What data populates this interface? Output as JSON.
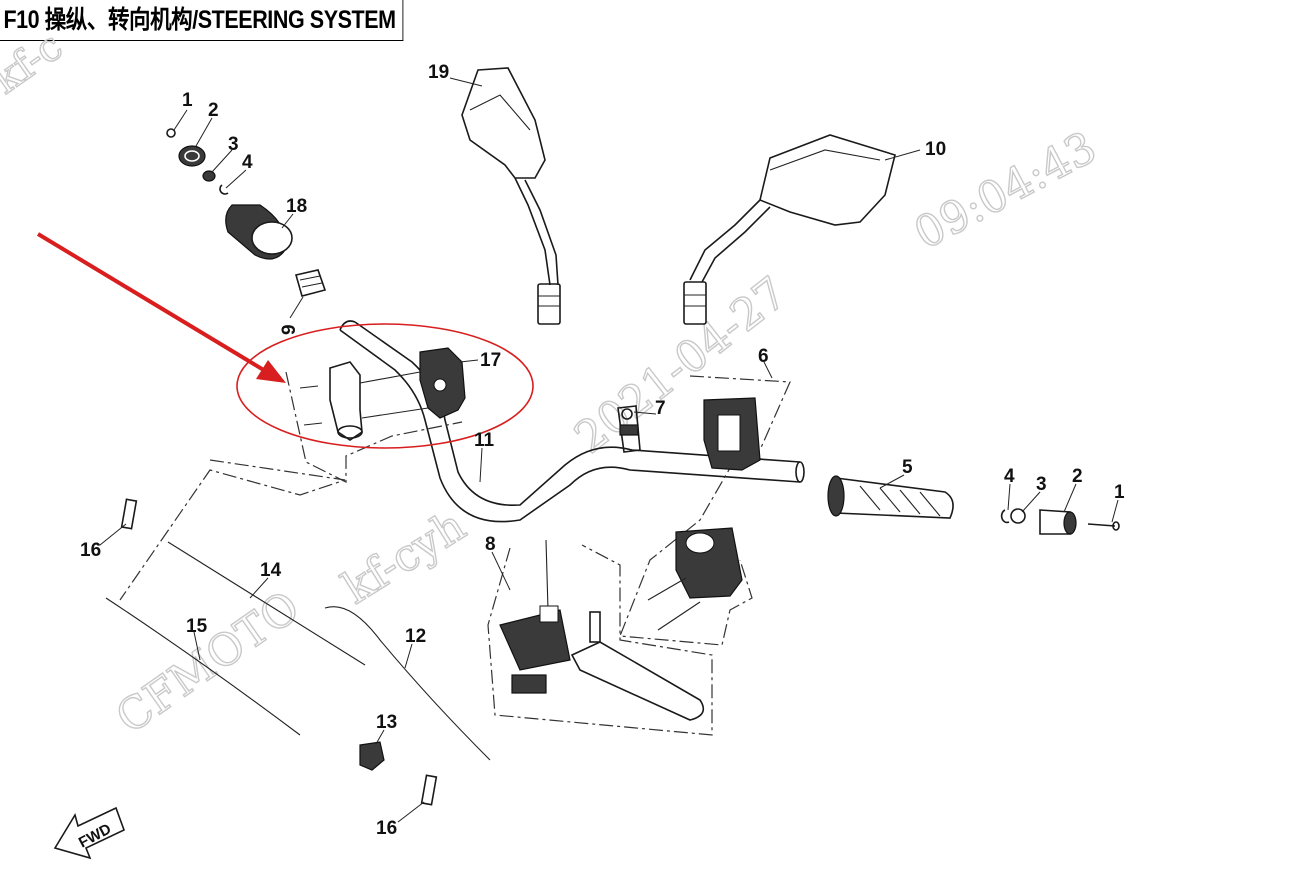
{
  "header": {
    "title": "F10 操纵、转向机构/STEERING SYSTEM"
  },
  "watermarks": [
    {
      "id": "wm-timestamp",
      "text": "09:04:43"
    },
    {
      "id": "wm-date",
      "text": "2021-04-27"
    },
    {
      "id": "wm-user",
      "text": "kf-cyh"
    },
    {
      "id": "wm-brand",
      "text": "CFMOTO"
    },
    {
      "id": "wm-corner",
      "text": "kf-c"
    }
  ],
  "fwd_label": "FWD",
  "callouts": {
    "c19": "19",
    "c10": "10",
    "c1a": "1",
    "c2a": "2",
    "c3a": "3",
    "c4a": "4",
    "c18": "18",
    "c9": "9",
    "c17": "17",
    "c6": "6",
    "c7": "7",
    "c11": "11",
    "c5": "5",
    "c4b": "4",
    "c3b": "3",
    "c2b": "2",
    "c1b": "1",
    "c16a": "16",
    "c14": "14",
    "c8": "8",
    "c15": "15",
    "c12": "12",
    "c13": "13",
    "c16b": "16"
  },
  "colors": {
    "highlight": "#d81e1e",
    "line": "#1a1a1a",
    "watermark": "#c9c9c9"
  }
}
